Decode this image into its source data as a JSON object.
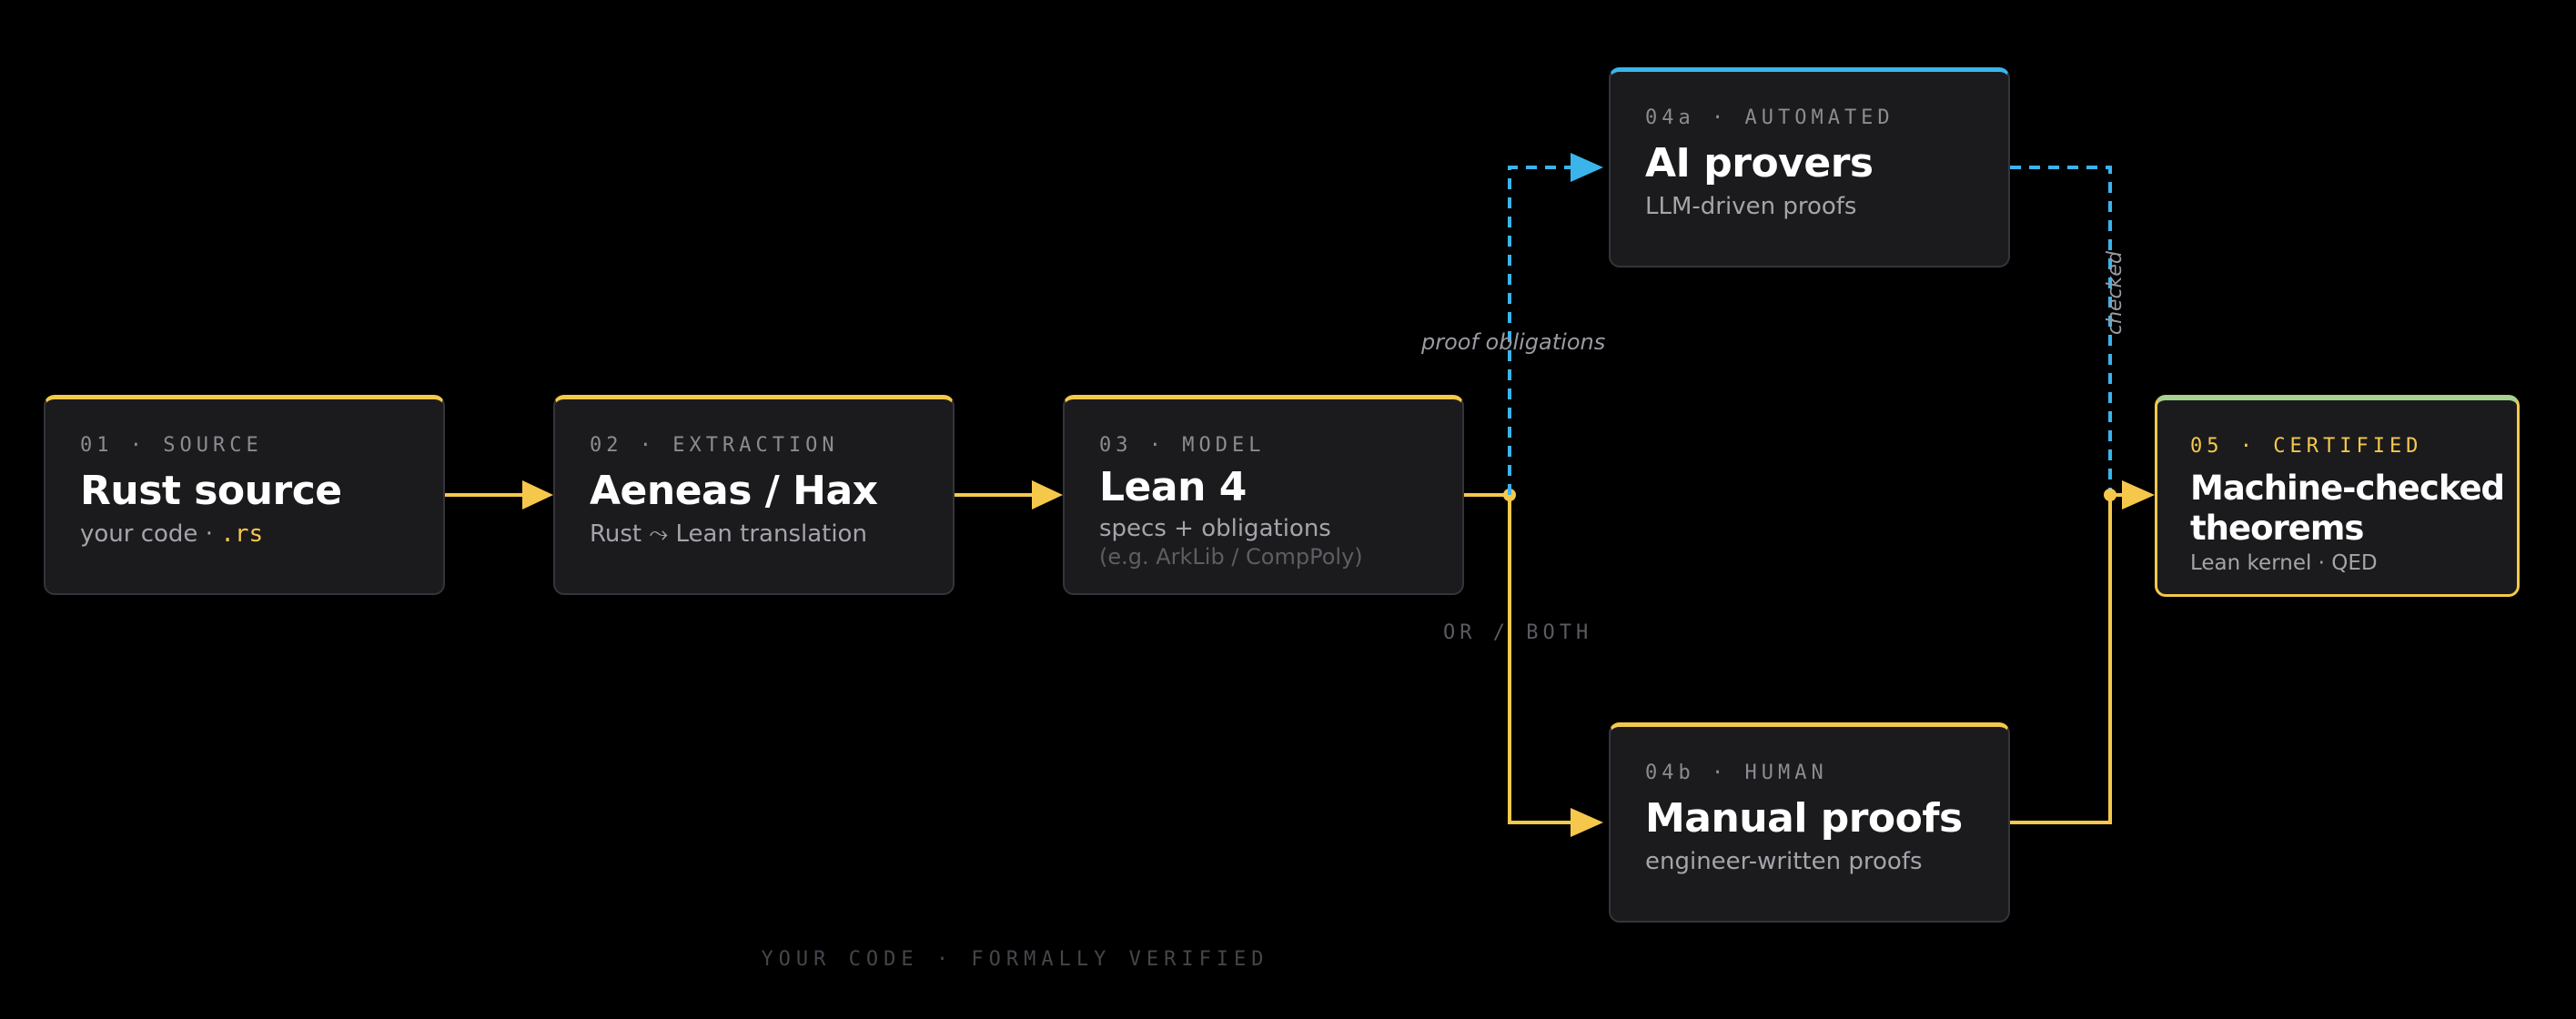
{
  "nodes": {
    "source": {
      "kicker": "01 · SOURCE",
      "title": "Rust source",
      "sub": "your code · ",
      "sub_code": ".rs"
    },
    "extraction": {
      "kicker": "02 · EXTRACTION",
      "title": "Aeneas / Hax",
      "sub": "Rust ⤳ Lean translation"
    },
    "model": {
      "kicker": "03 · MODEL",
      "title": "Lean 4",
      "sub": "specs + obligations",
      "sub2": "(e.g. ArkLib / CompPoly)"
    },
    "automated": {
      "kicker": "04a · AUTOMATED",
      "title": "AI provers",
      "sub": "LLM-driven proofs"
    },
    "human": {
      "kicker": "04b · HUMAN",
      "title": "Manual proofs",
      "sub": "engineer-written proofs"
    },
    "certified": {
      "kicker": "05 · CERTIFIED",
      "title": "Machine-checked theorems",
      "sub": "Lean kernel · QED"
    }
  },
  "edge_labels": {
    "proof_obligations": "proof obligations",
    "checked": "checked",
    "or_both": "OR / BOTH"
  },
  "footer": "YOUR CODE · FORMALLY VERIFIED",
  "colors": {
    "background": "#000000",
    "card": "#1b1b1d",
    "accent_yellow": "#f5c84c",
    "accent_blue": "#3bb4ec",
    "accent_green": "#a6d18f",
    "text_muted": "#a4a4ab"
  }
}
